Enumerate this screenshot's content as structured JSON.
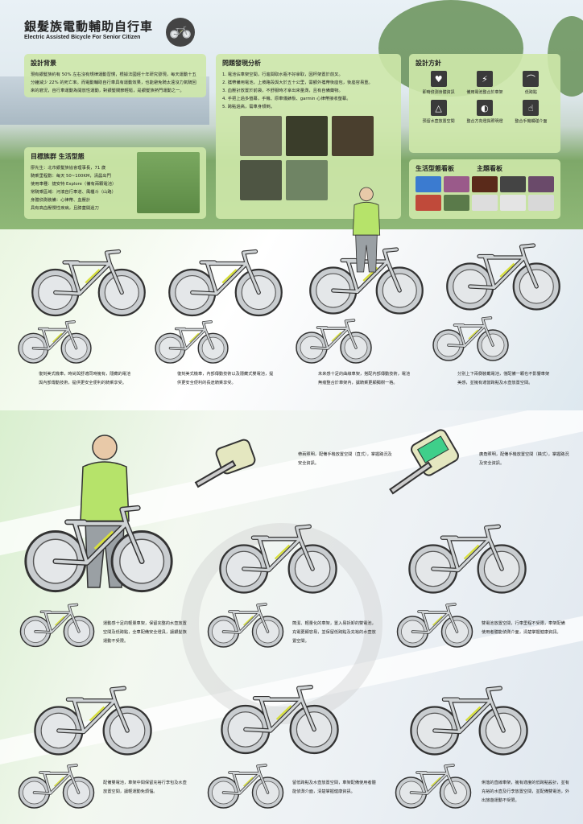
{
  "header": {
    "title": "銀髮族電動輔助自行車",
    "subtitle": "Electric Assisted Bicycle For Senior Citizen",
    "logo_icon": "bicycle-icon"
  },
  "background": {
    "heading": "設計背景",
    "text": "現有銀髮族約有 50% 左右沒有規律運動習慣，根據法國經十年研究發現，每天運動十五分鐘減少 22% 的死亡率。而電動輔助自行車具有運動效果，也能避免騎太遠沒力氣騎回來的窘況，自行車運動為開放性運動，對銀髮關節輕鬆，是銀髮族熱門運動之一。"
  },
  "problems": {
    "heading": "問題發現分析",
    "items": [
      "1. 電池佔車架空間，行進間取水瓶不好拿取，因杯架置於前叉。",
      "2. 攜帶備用電池，上坡路段與大於五十公里，需額外攜帶後座包，後座容易重。",
      "3. 血壓計放置於前袋，不舒服時才拿出來量測，且有自備藥物。",
      "4. 手把上過多螢幕，手機、原車儀錶板、garmin 心律帶接收螢幕。",
      "5. 跨點過高，需車身傾倒。"
    ]
  },
  "strategy": {
    "heading": "設計方針",
    "items": [
      {
        "label": "即時偵測身體資訊",
        "icon": "heart-monitor-icon",
        "glyph": "♥"
      },
      {
        "label": "備用電池整合於車架",
        "icon": "battery-icon",
        "glyph": "⚡"
      },
      {
        "label": "低跨點",
        "icon": "low-step-frame-icon",
        "glyph": "⌒"
      },
      {
        "label": "預留水壺放置空間",
        "icon": "bottle-frame-icon",
        "glyph": "△"
      },
      {
        "label": "整合方向燈與照明燈",
        "icon": "headlight-icon",
        "glyph": "◐"
      },
      {
        "label": "整合手機觸碰介面",
        "icon": "touch-icon",
        "glyph": "☝"
      }
    ]
  },
  "target": {
    "heading": "目標族群 生活型態",
    "lines": [
      "廖先生：北市銀髮族協會理事長，71 歲",
      "騎乘里程數：每天 50~100KM，清晨出門",
      "使用車種：捷安特 Explore（備有兩顆電池）",
      "常騎乘區域：河濱自行車道、風櫃斗（山路）",
      "身體偵測裝備：心律帶、血壓計",
      "具有高血壓慢性疾病，且膝蓋開過刀"
    ]
  },
  "boards": {
    "lifestyle": "生活型態看板",
    "theme": "主題看板"
  },
  "row1_captions": [
    "復刻美式機車，時尚與舒適同時擁有，隱藏的電池與內部傳動技術，提供更安全便利的騎乘享受。",
    "復刻美式機車，內部傳動技術以及隱藏式雙電池，提供更安全便利的長途騎乘享受。",
    "未來感十足的曲線車架，搭配內部傳動技術，電池無痕整合於車架內，讓騎乘更顯獨樹一格。",
    "分別上下兩側裝載電池，僅配備一顆也不影響車架美感，並擁有適當跨點及水壺放置空間。"
  ],
  "light_captions": [
    "帶兩照明，配備手機放置空間（直式），掌握路況及安全資訊。",
    "廣角照明，配備手機放置空間（橫式），掌握路況及安全資訊。"
  ],
  "row2_captions": [
    "運動感十足的輕量車架，保留完整的水壺放置空間及低跨點，全車配備安全燈具，讓銀髮族運動不受限。",
    "簡潔、輕量化的車架，置入易拆卸的雙電池，充電更顯容易，並保留低跨點及充裕的水壺放置空間。",
    "雙電池放置空間，行車里程不受限，車架配備使用者體能偵測介面，清楚掌握健康資訊。"
  ],
  "row3_captions": [
    "配備雙電池，車架中間保留充裕行李包及水壺放置空間，讓輕運動免煩惱。",
    "留低跨點及水壺放置空間，車架配備使用者體能偵測介面，清楚掌握健康資訊。",
    "俐落的直線車架，擁有適度的低跨點設計，並有充裕的水壺及行李放置空間，並配備雙電池，外出旅遊運動不受限。"
  ],
  "colors": {
    "panel": "#cee8aa",
    "accent_yellow": "#d8e03a",
    "frame": "#c8ccce"
  }
}
